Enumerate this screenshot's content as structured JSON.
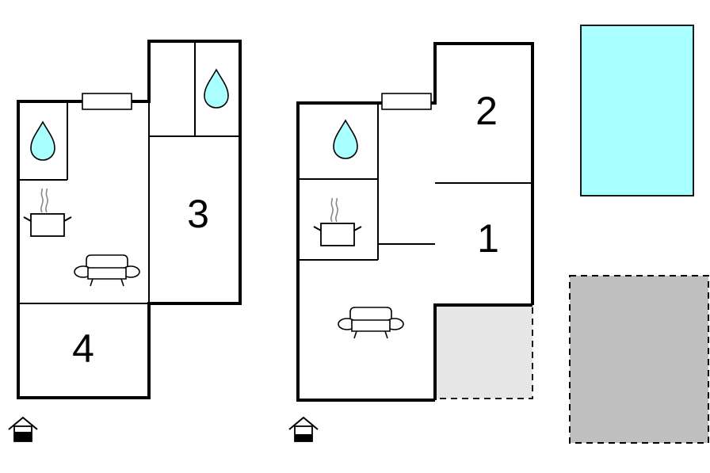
{
  "floorplans": [
    {
      "rooms": [
        "3",
        "4"
      ],
      "floor_level": "ground"
    },
    {
      "rooms": [
        "2",
        "1"
      ],
      "floor_level": "upper"
    }
  ],
  "colors": {
    "water": "#aaffff",
    "terrace": "#bfbfbf",
    "balcony": "#e6e6e6",
    "wall": "#000000"
  },
  "icons": [
    "water-drop-icon",
    "cooking-pot-icon",
    "sofa-icon",
    "window-icon",
    "floor-indicator-icon"
  ]
}
